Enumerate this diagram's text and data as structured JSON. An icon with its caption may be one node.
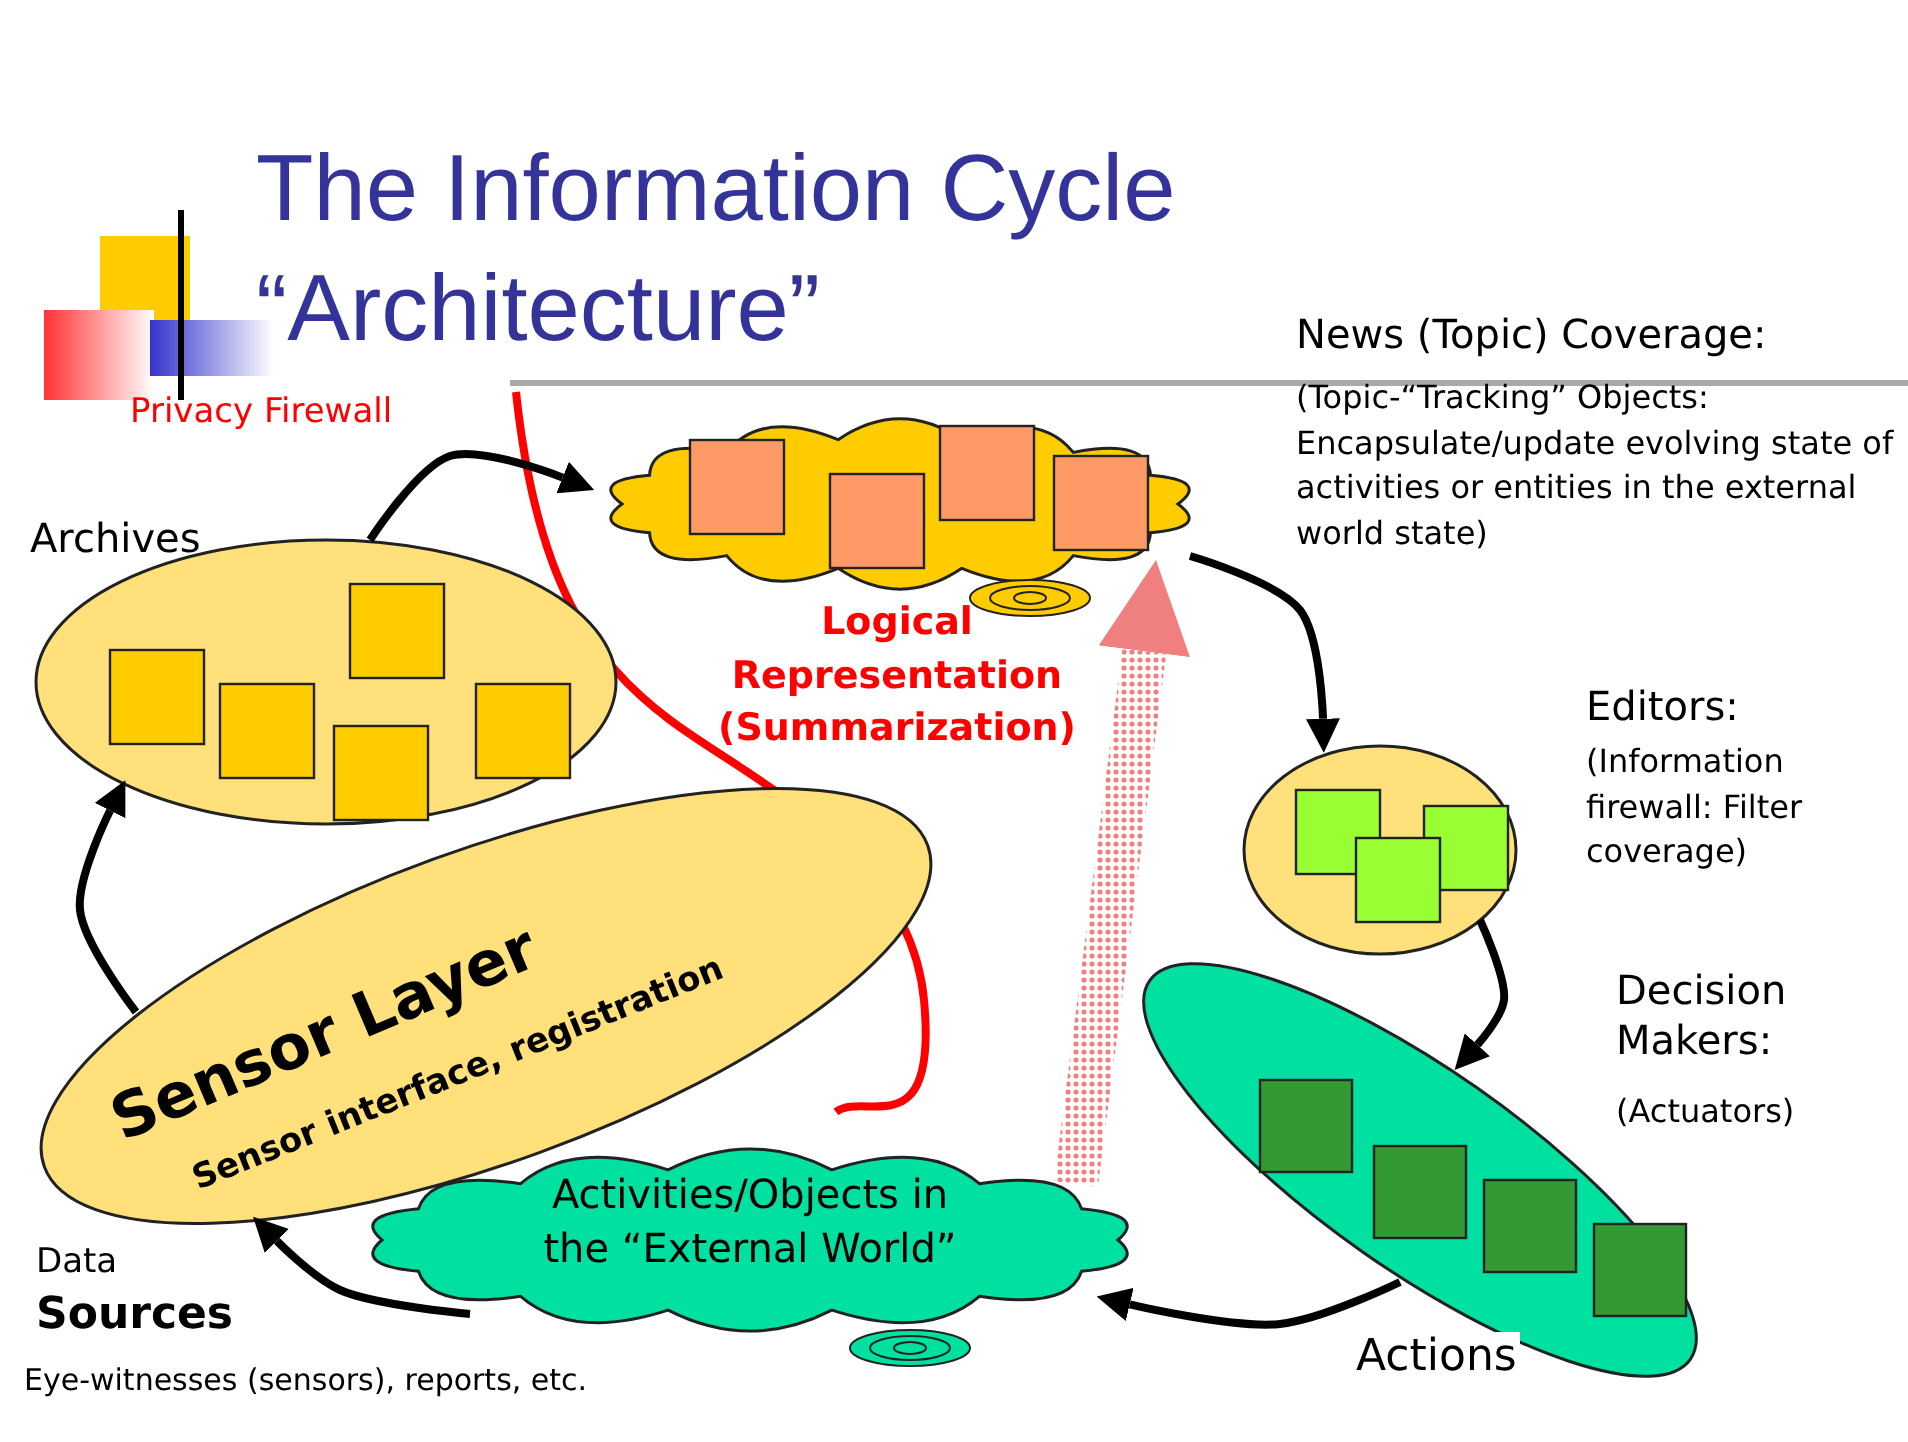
{
  "diagram": {
    "title": "The Information Cycle “Architecture”",
    "nodes": [
      {
        "text": [],
        "shape": "ellipse",
        "beside": [
          "Archives"
        ]
      },
      {
        "text": [],
        "shape": "cloud",
        "beside": [
          "News (Topic) Coverage:",
          "(Topic-“Tracking” Objects: Encapsulate/update evolving state of activities or entities in the external world state)"
        ]
      },
      {
        "text": [],
        "shape": "ellipse",
        "beside": [
          "Editors:",
          "(Information firewall: Filter coverage)"
        ]
      },
      {
        "text": [],
        "shape": "ellipse",
        "beside": [
          "Decision Makers:",
          "(Actuators)"
        ]
      },
      {
        "text": [
          "Activities/Objects in the “External World”"
        ]
      },
      {
        "text": [
          "Sensor Layer",
          "Sensor interface, registration"
        ]
      }
    ],
    "edges": [
      {
        "from": 5,
        "to": 0,
        "arrow": "to"
      },
      {
        "from": 0,
        "to": 1,
        "arrow": "to"
      },
      {
        "from": 1,
        "to": 2,
        "arrow": "to"
      },
      {
        "from": 2,
        "to": 3,
        "arrow": "to"
      },
      {
        "from": 3,
        "to": 4,
        "arrow": "to",
        "label": "Actions"
      },
      {
        "from": 4,
        "to": 5,
        "arrow": "to"
      },
      {
        "from": 4,
        "to": 1,
        "arrow": "to",
        "style": "thick",
        "color": "#f08080"
      }
    ],
    "labels": [
      "Privacy Firewall",
      "Logical Representation (Summarization)",
      "Data",
      "Sources",
      "Eye-witnesses (sensors), reports, etc."
    ]
  }
}
